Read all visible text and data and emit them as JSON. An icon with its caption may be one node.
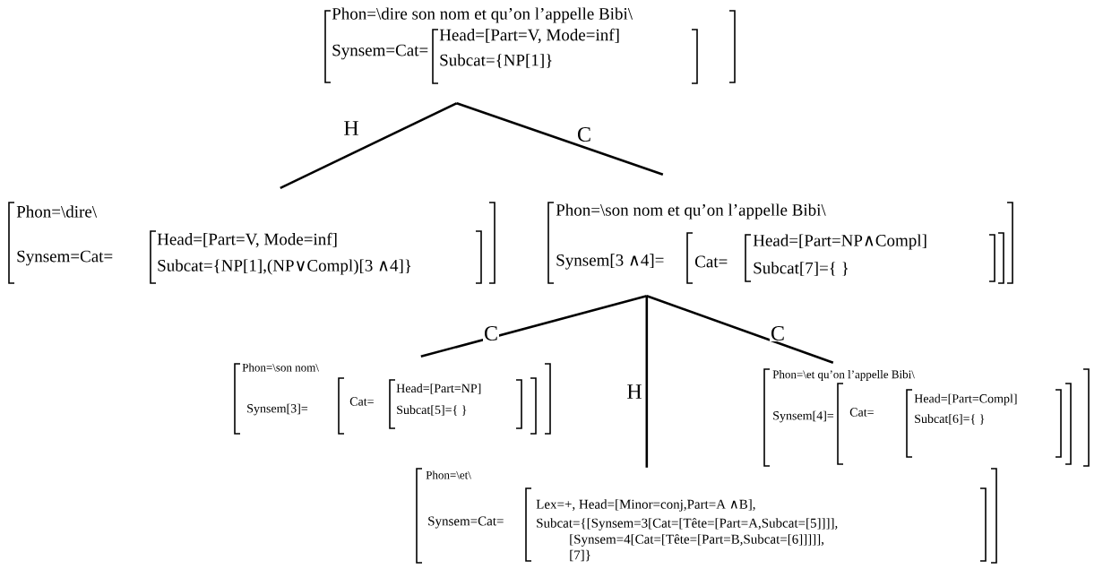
{
  "diagram": {
    "nodes": [
      {
        "text": [
          "Phon=\\dire son nom et qu’on l’appelle Bibi\\",
          "Synsem=Cat=",
          "Head=[Part=V, Mode=inf]",
          "Subcat={NP[1]}"
        ]
      },
      {
        "text": [
          "Phon=\\dire\\",
          "Synsem=Cat=",
          "Head=[Part=V, Mode=inf]",
          "Subcat={NP[1],(NP∨Compl)[3 ∧4]}"
        ]
      },
      {
        "text": [
          "Phon=\\son nom et qu’on l’appelle Bibi\\",
          "Synsem[3 ∧4]=",
          "Cat=",
          "Head=[Part=NP∧Compl]",
          "Subcat[7]={ }"
        ]
      },
      {
        "text": [
          "Phon=\\son nom\\",
          "Synsem[3]=",
          "Cat=",
          "Head=[Part=NP]",
          "Subcat[5]={ }"
        ]
      },
      {
        "text": [
          "Phon=\\et qu’on l’appelle Bibi\\",
          "Synsem[4]=",
          "Cat=",
          "Head=[Part=Compl]",
          "Subcat[6]={ }"
        ]
      },
      {
        "text": [
          "Phon=\\et\\",
          "Synsem=Cat=",
          "Lex=+, Head=[Minor=conj,Part=A ∧B],",
          "Subcat={[Synsem=3[Cat=[Tête=[Part=A,Subcat=[5]]]],",
          "[Synsem=4[Cat=[Tête=[Part=B,Subcat=[6]]]]],",
          "[7]}"
        ]
      }
    ],
    "edges": [
      {
        "from": 0,
        "to": 1,
        "arrow": "none",
        "label": "H"
      },
      {
        "from": 0,
        "to": 2,
        "arrow": "none",
        "label": "C"
      },
      {
        "from": 2,
        "to": 3,
        "arrow": "none",
        "label": "C"
      },
      {
        "from": 2,
        "to": 5,
        "arrow": "none",
        "label": "H"
      },
      {
        "from": 2,
        "to": 4,
        "arrow": "none",
        "label": "C"
      }
    ]
  }
}
